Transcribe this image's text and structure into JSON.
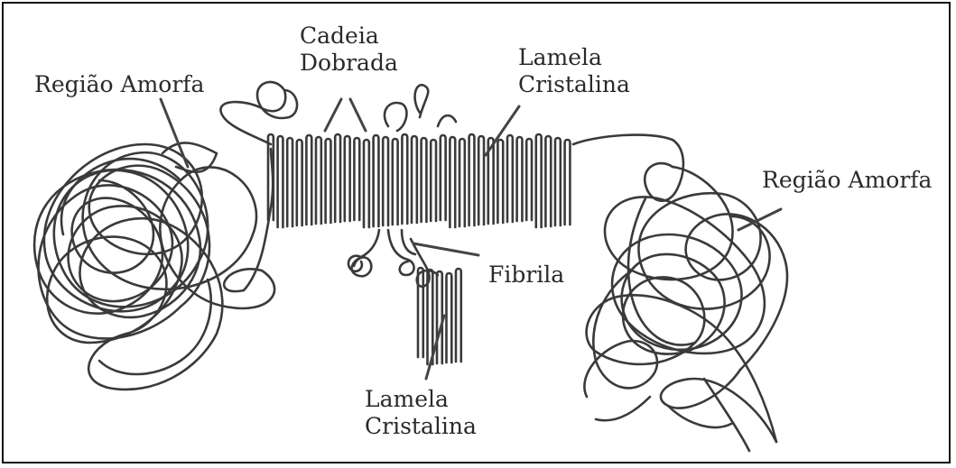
{
  "labels": {
    "left_amorphous": "Região Amorfa",
    "folded_chain_line1": "Cadeia",
    "folded_chain_line2": "Dobrada",
    "top_lamella_line1": "Lamela",
    "top_lamella_line2": "Cristalina",
    "right_amorphous": "Região Amorfa",
    "fibril": "Fibrila",
    "bottom_lamella_line1": "Lamela",
    "bottom_lamella_line2": "Cristalina"
  },
  "colors": {
    "ink": "#3a3a3a",
    "frame": "#111111",
    "background": "#ffffff"
  }
}
